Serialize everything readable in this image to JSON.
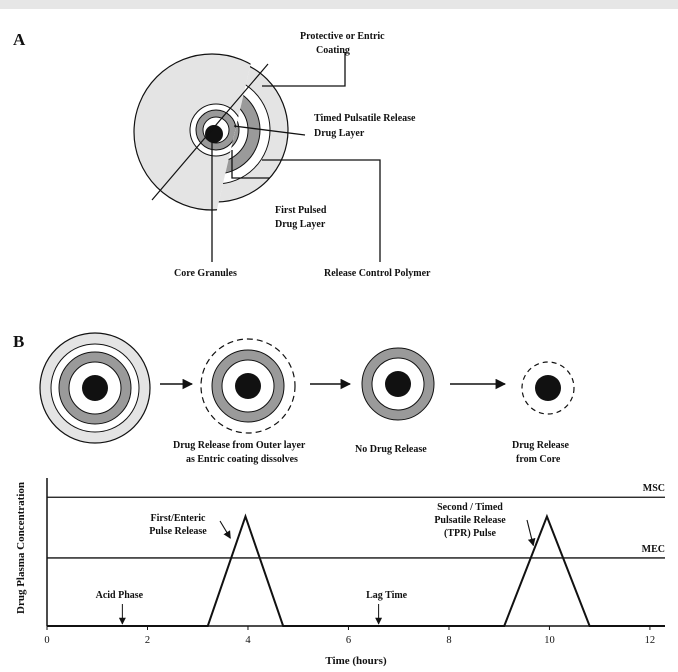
{
  "panel_a": {
    "letter": "A",
    "labels": {
      "coating": [
        "Protective or Entric",
        "Coating"
      ],
      "tpr_layer": [
        "Timed Pulsatile Release",
        "Drug Layer"
      ],
      "first_pulse": [
        "First Pulsed",
        "Drug Layer"
      ],
      "core": [
        "Core Granules"
      ],
      "polymer": [
        "Release Control Polymer"
      ]
    },
    "colors": {
      "coating": "#e4e4e4",
      "ring": "#9a9a9a",
      "core": "#111111",
      "white": "#ffffff"
    }
  },
  "panel_b": {
    "letter": "B",
    "stage_captions": {
      "s2": [
        "Drug Release from Outer layer",
        "as Entric coating dissolves"
      ],
      "s3": [
        "No Drug Release"
      ],
      "s4": [
        "Drug Release",
        "from Core"
      ]
    }
  },
  "chart_data": {
    "type": "line",
    "xlabel": "Time (hours)",
    "ylabel": "Drug Plasma Concentration",
    "xlim": [
      0,
      12.3
    ],
    "ylim": [
      0,
      1
    ],
    "xticks": [
      0,
      2,
      4,
      6,
      8,
      10,
      12
    ],
    "reference_lines": [
      {
        "name": "MSC",
        "y": 0.87
      },
      {
        "name": "MEC",
        "y": 0.46
      }
    ],
    "series": [
      {
        "x": [
          0,
          3.2,
          3.95,
          4.7,
          9.1,
          9.95,
          10.8,
          12.3
        ],
        "y": [
          0,
          0,
          0.74,
          0,
          0,
          0.74,
          0,
          0
        ]
      }
    ],
    "annotations": [
      {
        "text": [
          "First/Enteric",
          "Pulse Release"
        ],
        "x": 3.55,
        "y": 0.58
      },
      {
        "text": [
          "Second / Timed",
          "Pulsatile Release",
          "(TPR) Pulse"
        ],
        "x": 9.6,
        "y": 0.53
      },
      {
        "text": [
          "Acid Phase"
        ],
        "x": 1.5,
        "y": 0.08
      },
      {
        "text": [
          "Lag Time"
        ],
        "x": 6.6,
        "y": 0.08
      }
    ]
  }
}
